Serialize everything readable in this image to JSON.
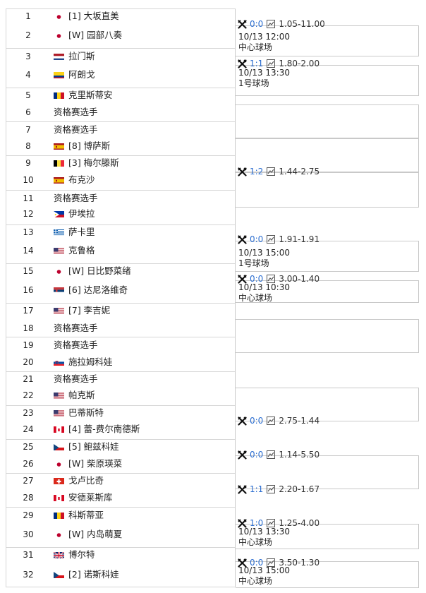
{
  "colors": {
    "border": "#c9c9c9",
    "separator": "#d6d6d6",
    "h2h_blue": "#2d6fd1",
    "text": "#222222"
  },
  "players": [
    {
      "seed": "1",
      "flag": "jp",
      "name": "[1] 大坂直美"
    },
    {
      "seed": "2",
      "flag": "jp",
      "name": "[W] 园部八奏"
    },
    {
      "seed": "3",
      "flag": "nl",
      "name": "拉门斯"
    },
    {
      "seed": "4",
      "flag": "co",
      "name": "阿朗戈"
    },
    {
      "seed": "5",
      "flag": "ro",
      "name": "克里斯蒂安"
    },
    {
      "seed": "6",
      "flag": "",
      "name": "资格赛选手"
    },
    {
      "seed": "7",
      "flag": "",
      "name": "资格赛选手"
    },
    {
      "seed": "8",
      "flag": "es",
      "name": "[8] 博萨斯"
    },
    {
      "seed": "9",
      "flag": "be",
      "name": "[3] 梅尔滕斯"
    },
    {
      "seed": "10",
      "flag": "es",
      "name": "布克沙"
    },
    {
      "seed": "11",
      "flag": "",
      "name": "资格赛选手"
    },
    {
      "seed": "12",
      "flag": "ph",
      "name": "伊埃拉"
    },
    {
      "seed": "13",
      "flag": "gr",
      "name": "萨卡里"
    },
    {
      "seed": "14",
      "flag": "us",
      "name": "克鲁格"
    },
    {
      "seed": "15",
      "flag": "jp",
      "name": "[W] 日比野菜绪"
    },
    {
      "seed": "16",
      "flag": "rs",
      "name": "[6] 达尼洛维奇"
    },
    {
      "seed": "17",
      "flag": "us",
      "name": "[7] 李吉妮"
    },
    {
      "seed": "18",
      "flag": "",
      "name": "资格赛选手"
    },
    {
      "seed": "19",
      "flag": "",
      "name": "资格赛选手"
    },
    {
      "seed": "20",
      "flag": "sk",
      "name": "施拉姆科娃"
    },
    {
      "seed": "21",
      "flag": "",
      "name": "资格赛选手"
    },
    {
      "seed": "22",
      "flag": "us",
      "name": "帕克斯"
    },
    {
      "seed": "23",
      "flag": "us",
      "name": "巴蒂斯特"
    },
    {
      "seed": "24",
      "flag": "ca",
      "name": "[4] 蕾-费尔南德斯"
    },
    {
      "seed": "25",
      "flag": "cz",
      "name": "[5] 鲍兹科娃"
    },
    {
      "seed": "26",
      "flag": "jp",
      "name": "[W] 柴原瑛菜"
    },
    {
      "seed": "27",
      "flag": "ch",
      "name": "戈卢比奇"
    },
    {
      "seed": "28",
      "flag": "ca",
      "name": "安德莱斯库"
    },
    {
      "seed": "29",
      "flag": "ro",
      "name": "科斯蒂亚"
    },
    {
      "seed": "30",
      "flag": "jp",
      "name": "[W] 内岛萌夏"
    },
    {
      "seed": "31",
      "flag": "gb",
      "name": "博尔特"
    },
    {
      "seed": "32",
      "flag": "cz",
      "name": "[2] 诺斯科娃"
    }
  ],
  "matches": [
    {
      "h2h": "0:0",
      "odds": "1.05-11.00",
      "time": "10/13 12:00",
      "court": "中心球场"
    },
    {
      "h2h": "1:1",
      "odds": "1.80-2.00",
      "time": "10/13 13:30",
      "court": "1号球场"
    },
    {
      "h2h": "",
      "odds": "",
      "time": "",
      "court": ""
    },
    {
      "h2h": "",
      "odds": "",
      "time": "",
      "court": ""
    },
    {
      "h2h": "1:2",
      "odds": "1.44-2.75",
      "time": "",
      "court": ""
    },
    {
      "h2h": "",
      "odds": "",
      "time": "",
      "court": ""
    },
    {
      "h2h": "0:0",
      "odds": "1.91-1.91",
      "time": "10/13 15:00",
      "court": "1号球场"
    },
    {
      "h2h": "0:0",
      "odds": "3.00-1.40",
      "time": "10/13 10:30",
      "court": "中心球场"
    },
    {
      "h2h": "",
      "odds": "",
      "time": "",
      "court": ""
    },
    {
      "h2h": "",
      "odds": "",
      "time": "",
      "court": ""
    },
    {
      "h2h": "",
      "odds": "",
      "time": "",
      "court": ""
    },
    {
      "h2h": "0:0",
      "odds": "2.75-1.44",
      "time": "",
      "court": ""
    },
    {
      "h2h": "0:0",
      "odds": "1.14-5.50",
      "time": "",
      "court": ""
    },
    {
      "h2h": "1:1",
      "odds": "2.20-1.67",
      "time": "",
      "court": ""
    },
    {
      "h2h": "1:0",
      "odds": "1.25-4.00",
      "time": "10/13 13:30",
      "court": "中心球场"
    },
    {
      "h2h": "0:0",
      "odds": "3.50-1.30",
      "time": "10/13 15:00",
      "court": "中心球场"
    }
  ]
}
